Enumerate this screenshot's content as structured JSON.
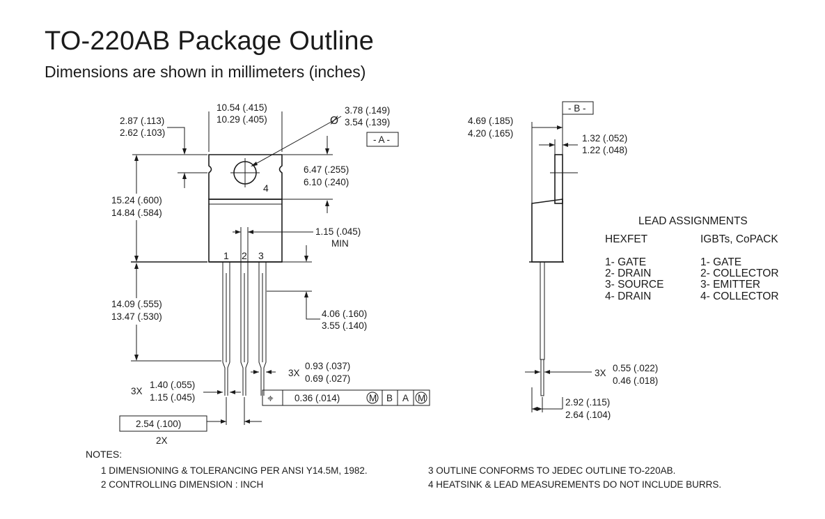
{
  "title": "TO-220AB Package Outline",
  "subtitle": "Dimensions are shown in millimeters (inches)",
  "front_view": {
    "width_max": "10.54 (.415)",
    "width_min": "10.29 (.405)",
    "hole_max": "3.78 (.149)",
    "hole_min": "3.54 (.139)",
    "hole_symbol": "Ø",
    "datum_a": "- A -",
    "tab_offset_max": "2.87 (.113)",
    "tab_offset_min": "2.62 (.103)",
    "tab_height_max": "6.47 (.255)",
    "tab_height_min": "6.10 (.240)",
    "body_height_max": "15.24 (.600)",
    "body_height_min": "14.84 (.584)",
    "lead_width_min_value": "1.15 (.045)",
    "lead_width_min_label": "MIN",
    "lead_1": "1",
    "lead_2": "2",
    "lead_3": "3",
    "tab_number": "4",
    "lead_length_max": "14.09 (.555)",
    "lead_length_min": "13.47 (.530)",
    "lead_shoulder_max": "4.06 (.160)",
    "lead_shoulder_min": "3.55 (.140)",
    "lead_thick_count": "3X",
    "lead_thick_max": "0.93 (.037)",
    "lead_thick_min": "0.69 (.027)",
    "lead_wide_count": "3X",
    "lead_wide_max": "1.40 (.055)",
    "lead_wide_min": "1.15 (.045)",
    "pitch": "2.54 (.100)",
    "pitch_count": "2X",
    "fcf": {
      "symbol": "⌖",
      "tolerance": "0.36  (.014)",
      "mod1": "M",
      "datum_b": "B",
      "datum_a": "A",
      "mod2": "M"
    }
  },
  "side_view": {
    "datum_b": "- B -",
    "depth_max": "4.69 (.185)",
    "depth_min": "4.20 (.165)",
    "tab_thick_max": "1.32 (.052)",
    "tab_thick_min": "1.22 (.048)",
    "lead_thick_count": "3X",
    "lead_thick_max": "0.55 (.022)",
    "lead_thick_min": "0.46 (.018)",
    "lead_offset_max": "2.92 (.115)",
    "lead_offset_min": "2.64 (.104)"
  },
  "lead_assignments": {
    "title": "LEAD ASSIGNMENTS",
    "hexfet": {
      "header": "HEXFET",
      "items": [
        "1- GATE",
        "2- DRAIN",
        "3- SOURCE",
        "4- DRAIN"
      ]
    },
    "igbt": {
      "header": "IGBTs, CoPACK",
      "items": [
        "1- GATE",
        "2- COLLECTOR",
        "3- EMITTER",
        "4- COLLECTOR"
      ]
    }
  },
  "notes": {
    "header": "NOTES:",
    "items": [
      "1  DIMENSIONING & TOLERANCING PER ANSI Y14.5M, 1982.",
      "2  CONTROLLING DIMENSION : INCH",
      "3  OUTLINE CONFORMS TO JEDEC OUTLINE TO-220AB.",
      "4  HEATSINK & LEAD MEASUREMENTS DO NOT INCLUDE BURRS."
    ]
  }
}
